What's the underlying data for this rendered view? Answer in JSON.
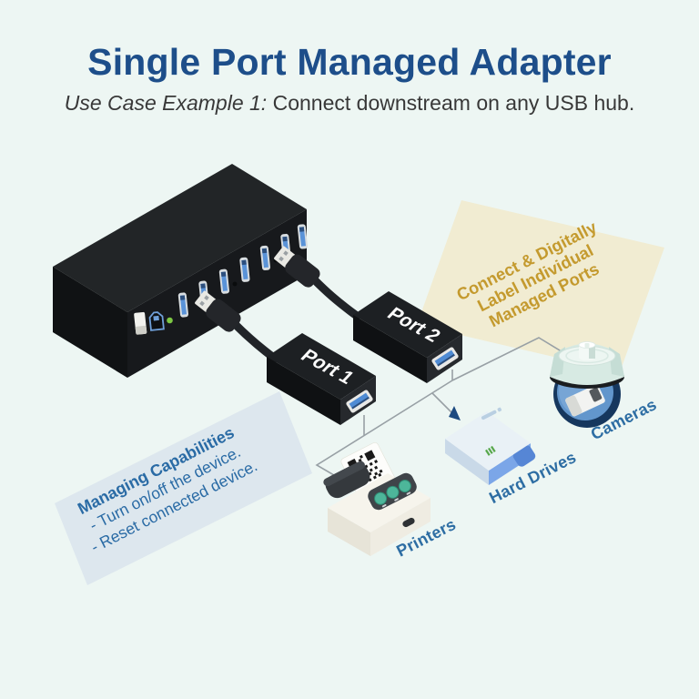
{
  "header": {
    "title": "Single Port Managed Adapter",
    "subtitle_emphasis": "Use Case Example 1:",
    "subtitle_text": " Connect downstream on any USB hub."
  },
  "diagram": {
    "port1_label": "Port 1",
    "port2_label": "Port 2",
    "yellow_banner": {
      "line1": "Connect & Digitally",
      "line2": "Label Individual",
      "line3": "Managed Ports"
    },
    "blue_banner": {
      "line1": "Managing Capabilities",
      "line2": "- Turn on/off the device.",
      "line3": "- Reset connected device."
    },
    "device_labels": {
      "printers": "Printers",
      "hard_drives": "Hard Drives",
      "cameras": "Cameras"
    }
  },
  "colors": {
    "background": "#edf6f3",
    "title_blue": "#1d4e8a",
    "subtitle_gray": "#383838",
    "banner_yellow_bg": "#f1ecd2",
    "banner_yellow_text": "#c49a2e",
    "banner_blue_bg": "#dde7ee",
    "banner_blue_text": "#2a6ba5",
    "device_label_blue": "#2d6da3",
    "connector_line": "#98a0a5",
    "arrow_blue": "#1d4a80",
    "usb_port_blue": "#5a93d8",
    "led_green": "#7dc944",
    "hub_black": "#1a1d1f"
  }
}
